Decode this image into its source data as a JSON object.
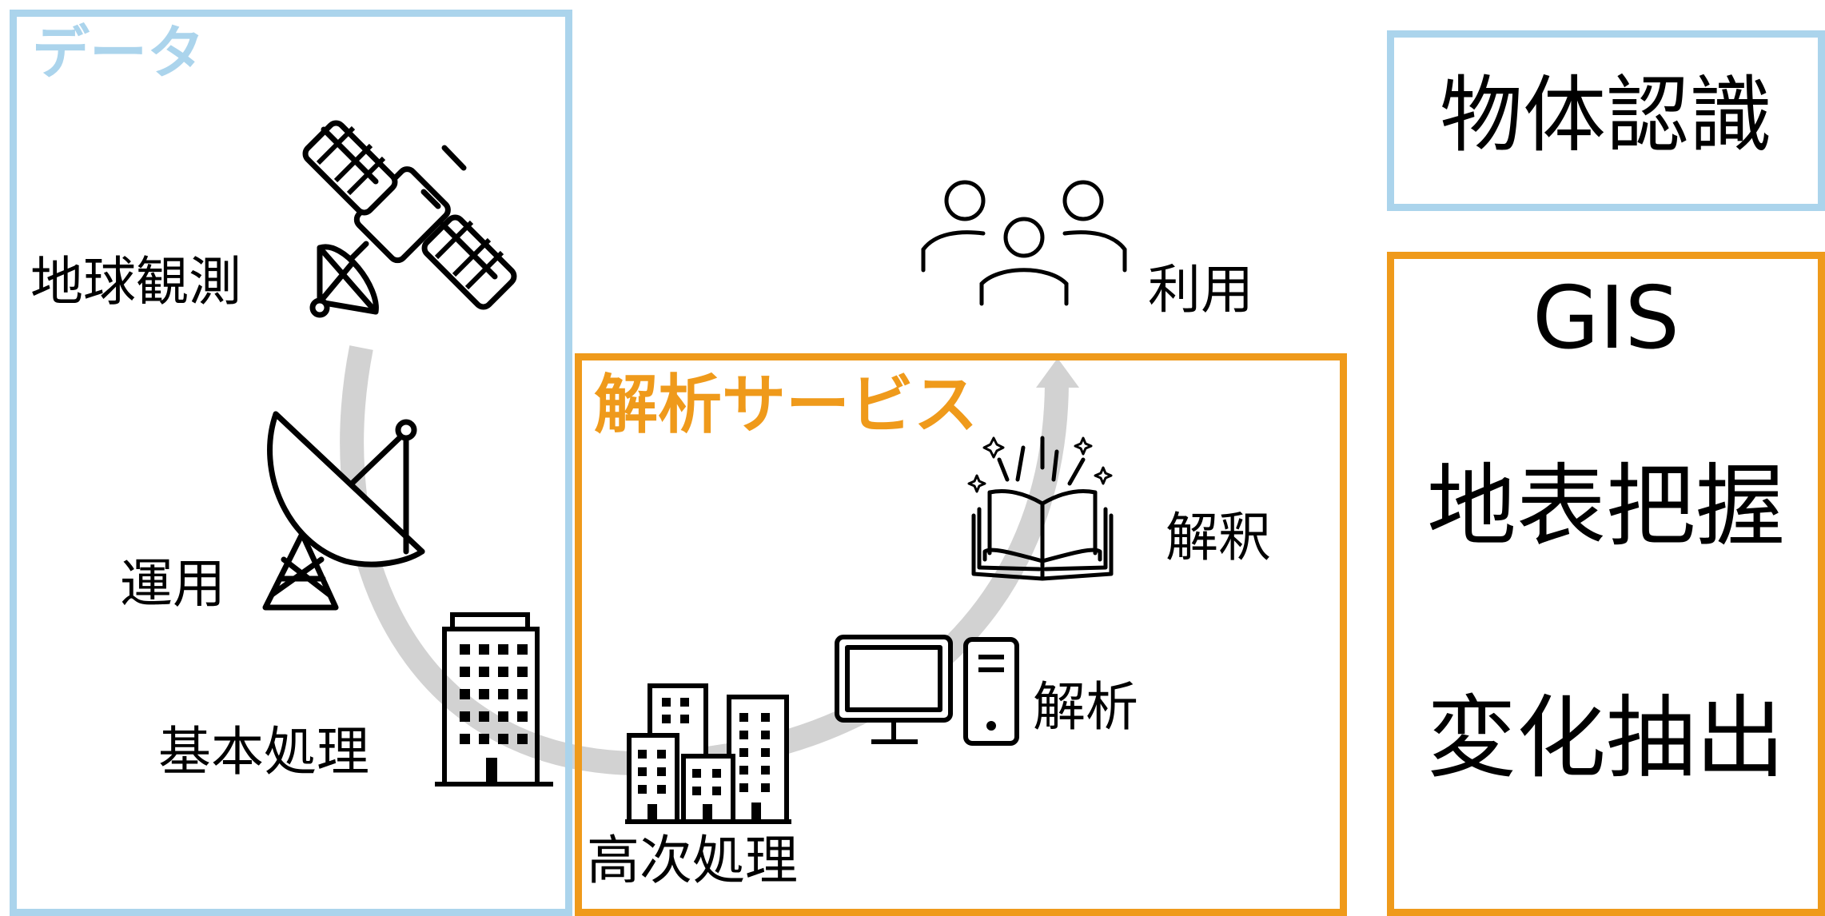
{
  "colors": {
    "data_accent": "#abd4ec",
    "analysis_accent": "#ef9a1b",
    "arrow": "#d2d2d2",
    "icon": "#000000"
  },
  "data_section": {
    "title": "データ",
    "observation": "地球観測",
    "operation": "運用",
    "basic_processing": "基本処理"
  },
  "analysis_section": {
    "title": "解析サービス",
    "higher_processing": "高次処理",
    "analysis": "解析",
    "interpretation": "解釈"
  },
  "usage": "利用",
  "right_panel": {
    "object_recognition": "物体認識",
    "gis": "GIS",
    "surface": "地表把握",
    "change": "変化抽出"
  },
  "icons": [
    "satellite-icon",
    "satellite-dish-icon",
    "office-building-icon",
    "city-buildings-icon",
    "desktop-computer-icon",
    "open-book-icon",
    "users-group-icon"
  ]
}
